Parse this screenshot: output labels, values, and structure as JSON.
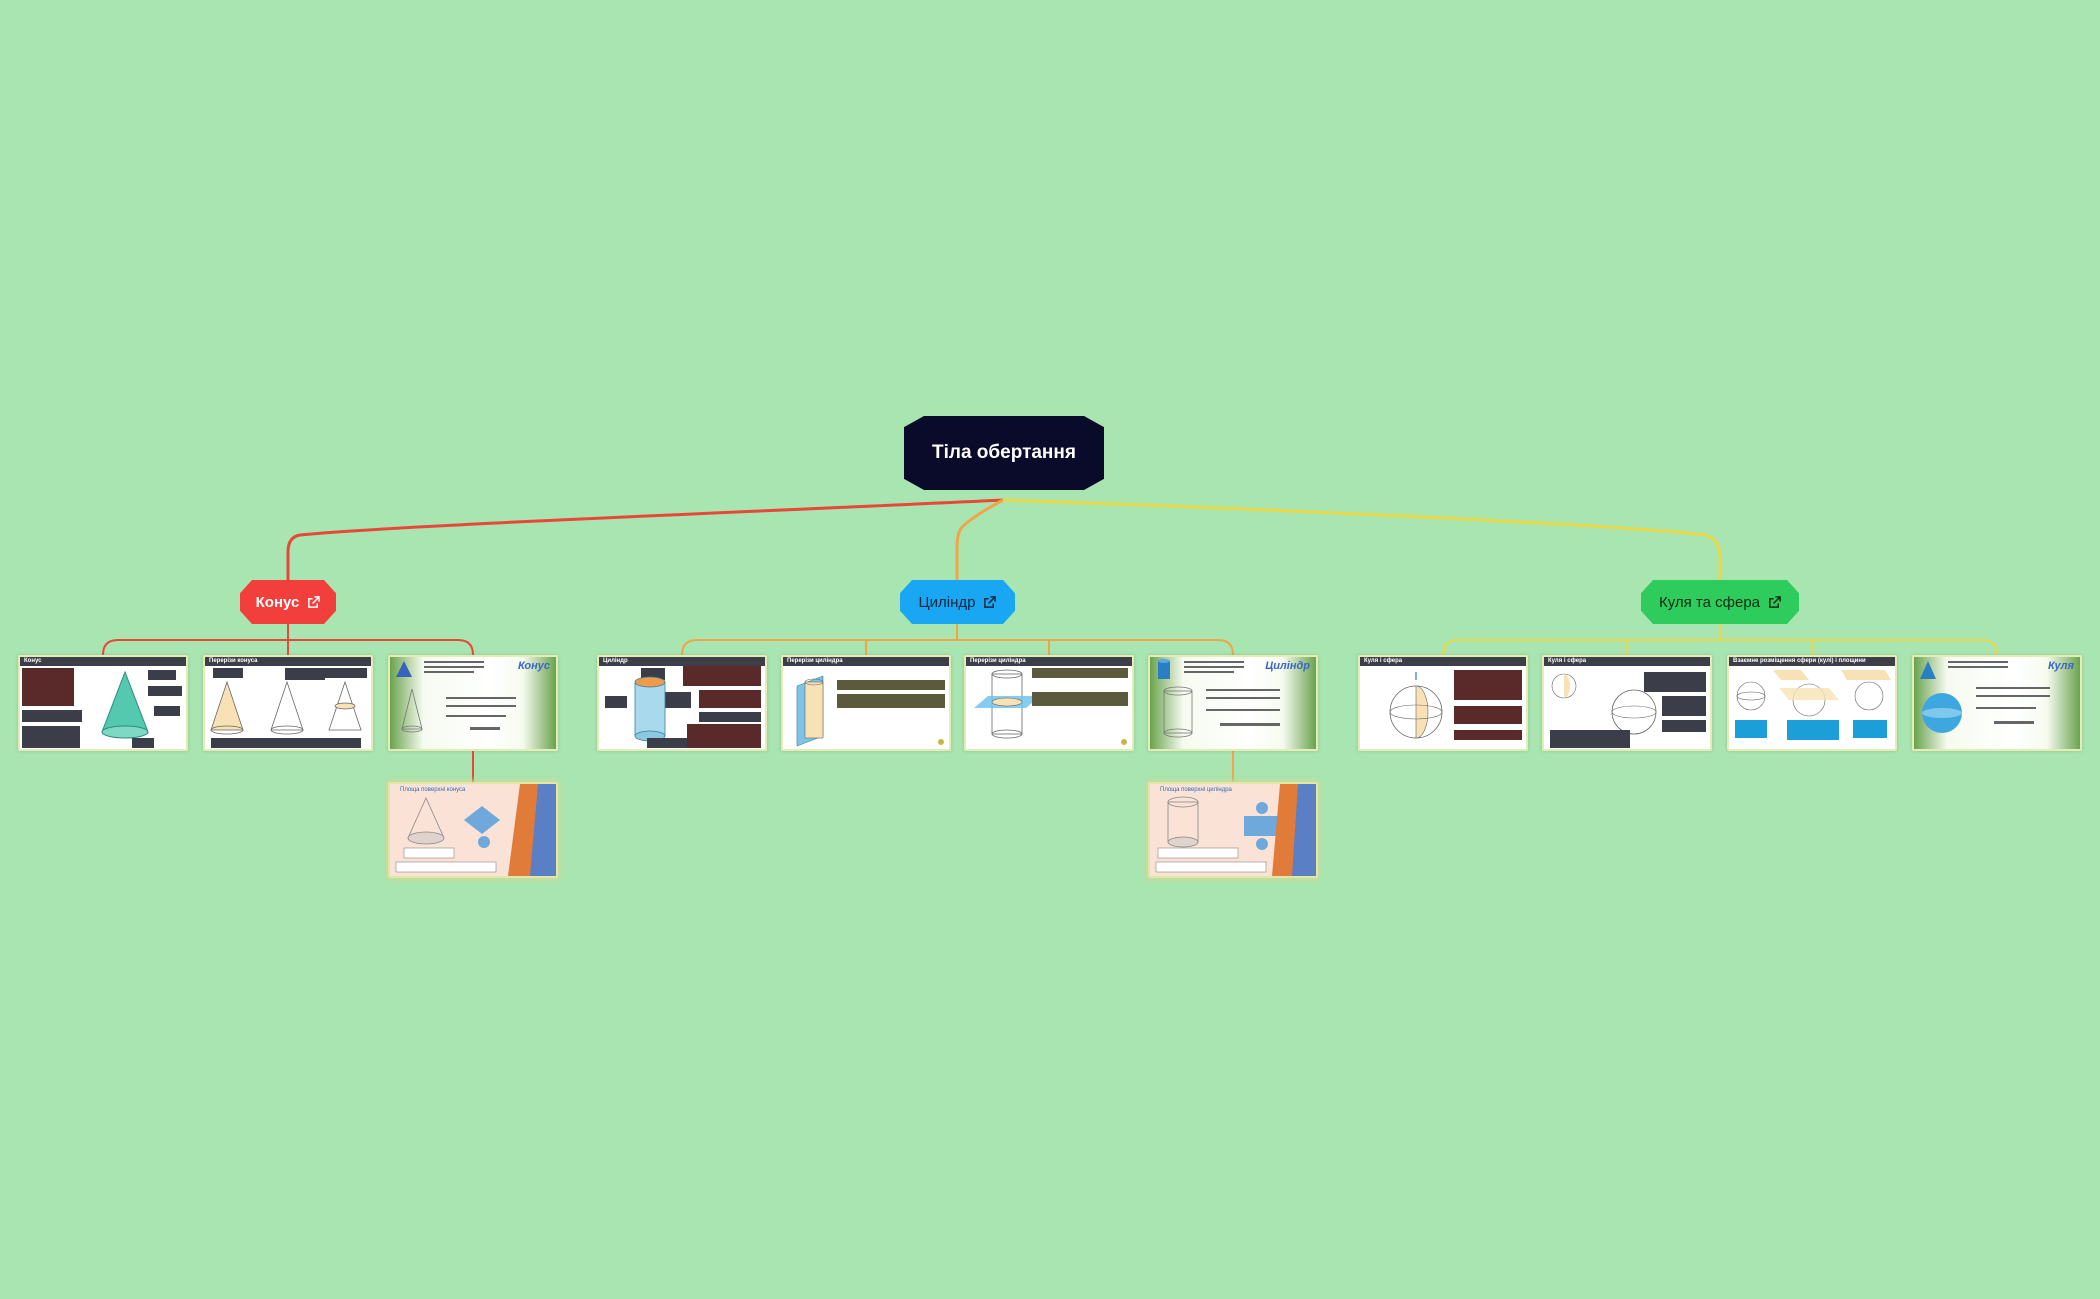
{
  "root": {
    "title": "Тіла обертання"
  },
  "branches": [
    {
      "title": "Конус",
      "color": "#f23f3b",
      "slides": [
        {
          "title": "Конус"
        },
        {
          "title": "Перерізи конуса"
        },
        {
          "title": "Конус"
        },
        {
          "title": "Площа поверхні конуса"
        }
      ]
    },
    {
      "title": "Циліндр",
      "color": "#19a6f2",
      "slides": [
        {
          "title": "Циліндр"
        },
        {
          "title": "Перерізи циліндра"
        },
        {
          "title": "Перерізи циліндра"
        },
        {
          "title": "Циліндр"
        },
        {
          "title": "Площа поверхні циліндра"
        }
      ]
    },
    {
      "title": "Куля та сфера",
      "color": "#2ecc5c",
      "slides": [
        {
          "title": "Куля і сфера"
        },
        {
          "title": "Куля і сфера"
        },
        {
          "title": "Взаємне розміщення сфери (кулі) і площини"
        },
        {
          "title": "Куля"
        }
      ]
    }
  ],
  "link_colors": {
    "cone": "#e8483a",
    "cylinder": "#f0a54a",
    "sphere": "#e8d84a"
  },
  "background": "#a8e5b0",
  "root_color": "#0a0a2a",
  "icons": [
    "external-link-icon"
  ]
}
